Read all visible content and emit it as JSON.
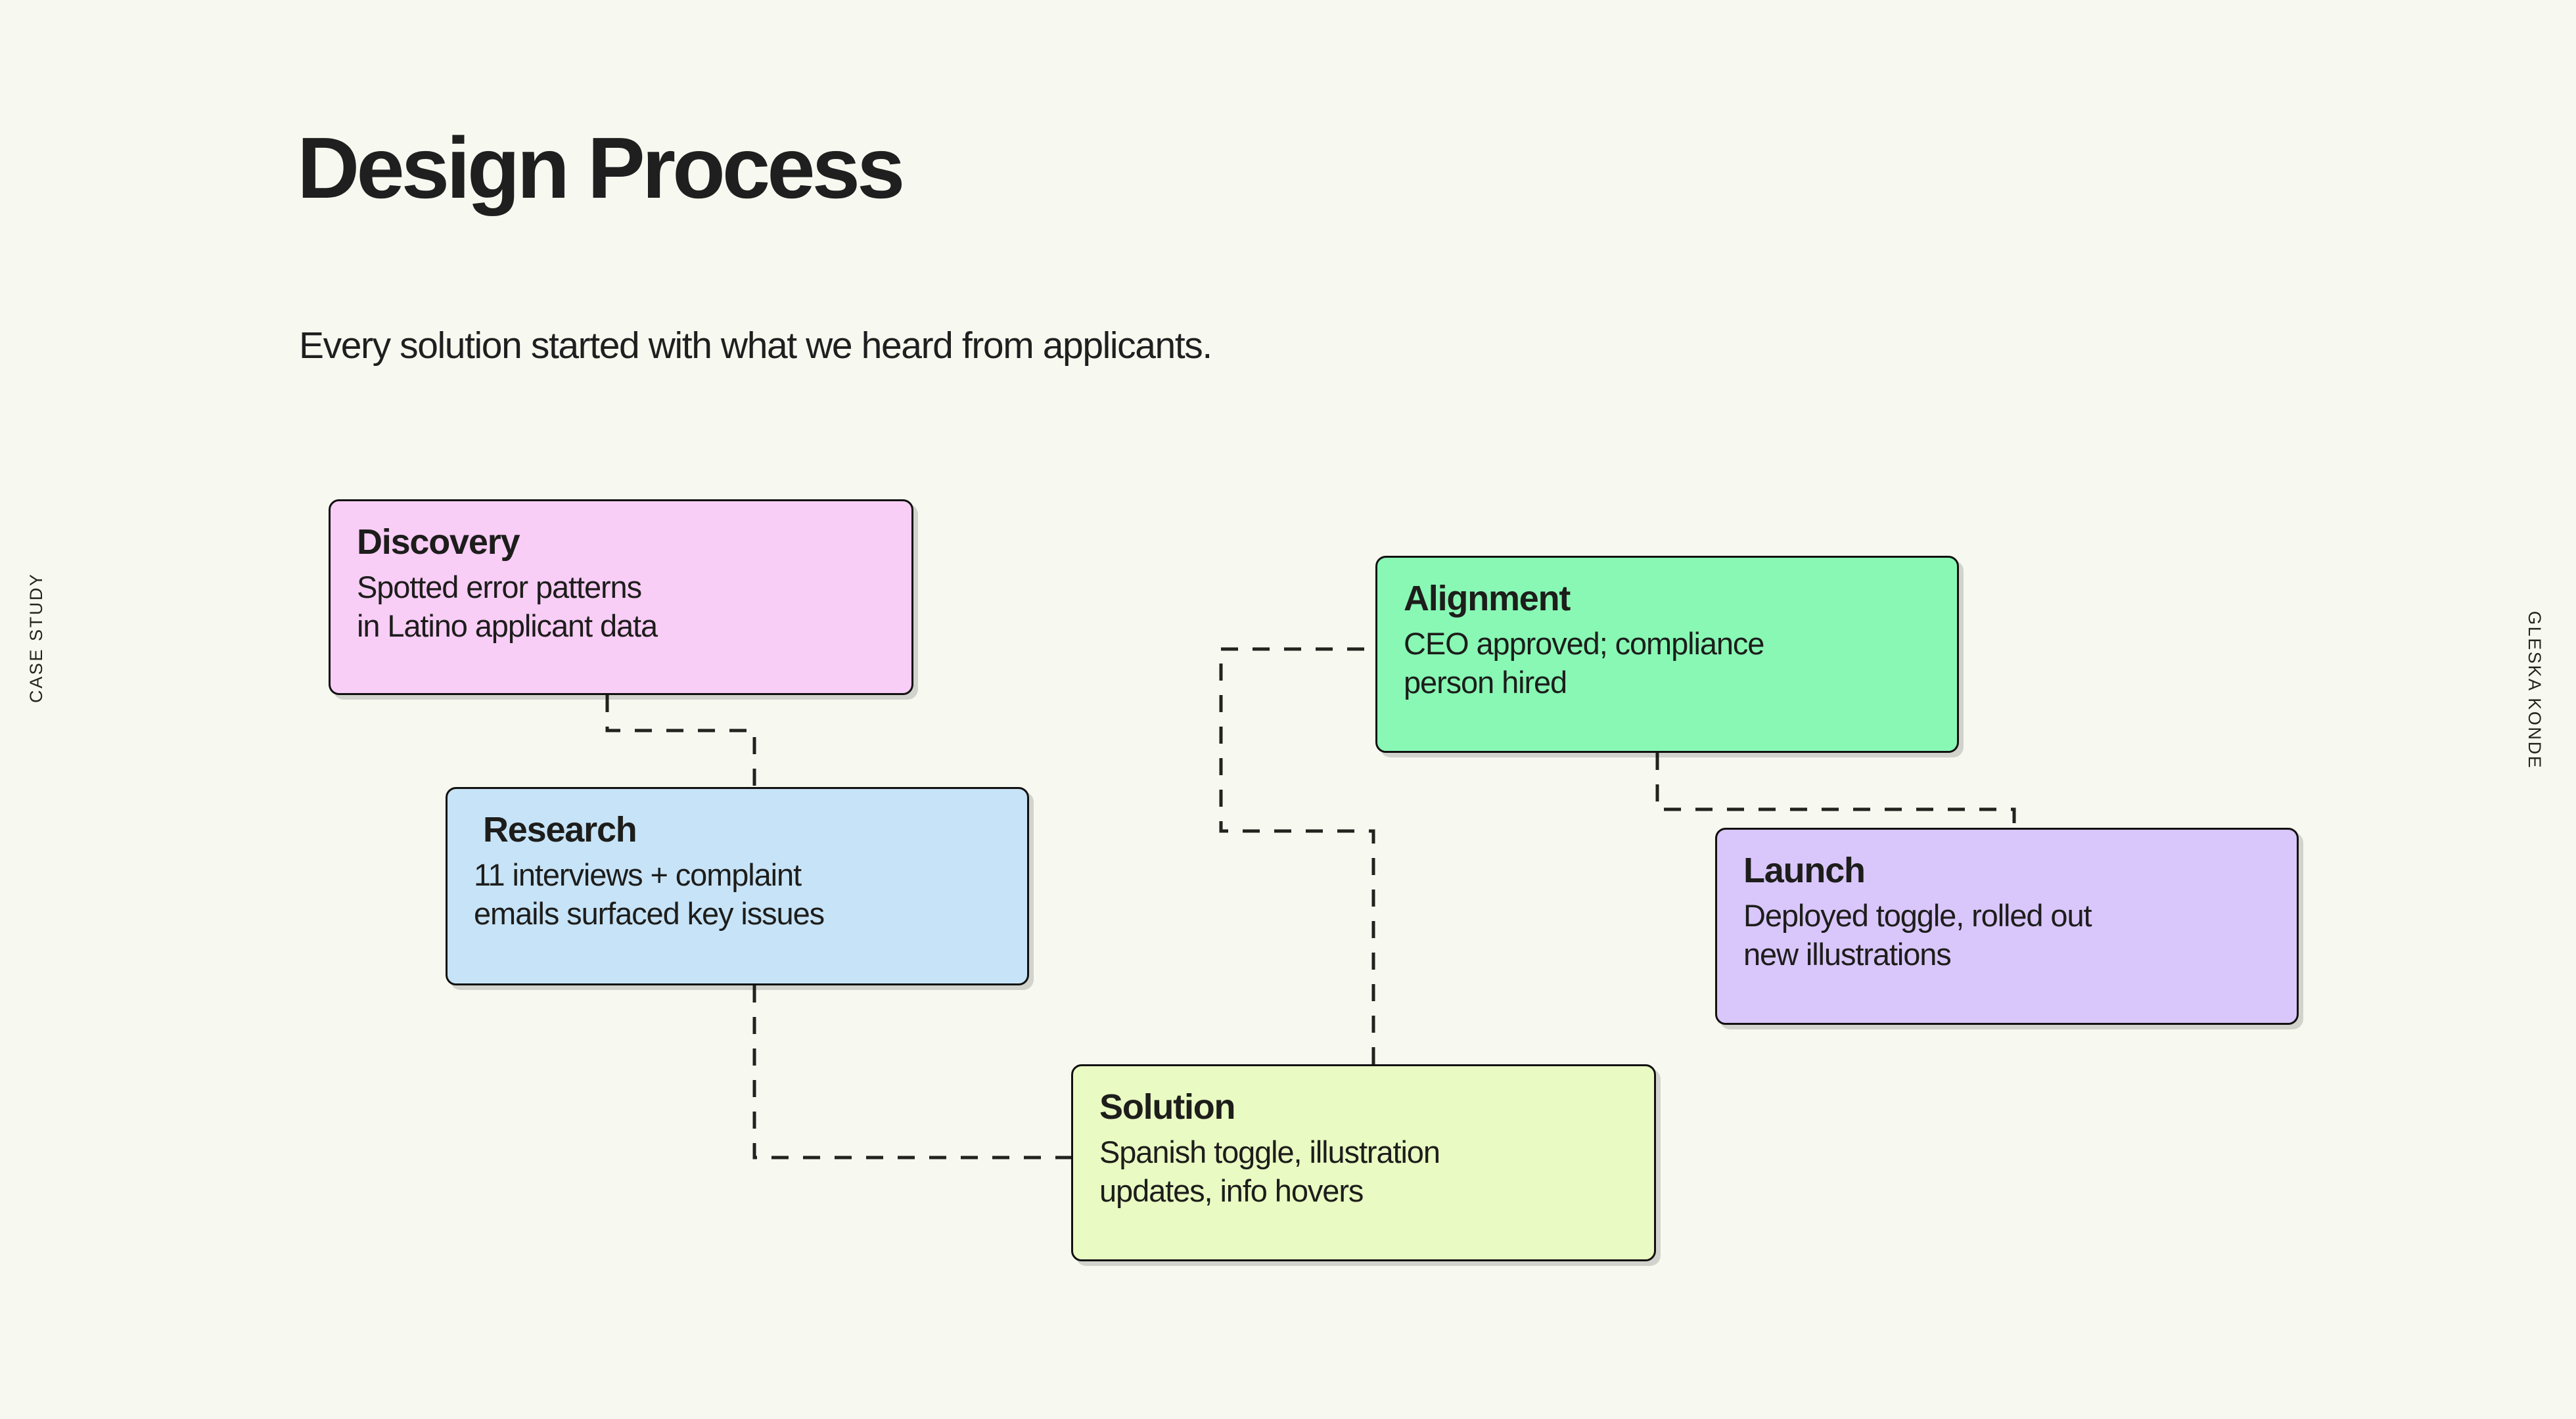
{
  "theme": {
    "background": "#f7f8f0",
    "ink": "#1d1d1b",
    "connector": "#22221e"
  },
  "header": {
    "title": "Design Process",
    "subtitle": "Every solution started with what we heard from applicants."
  },
  "side_labels": {
    "left": "CASE STUDY",
    "right": "GLESKA KONDE"
  },
  "flow": {
    "cards": [
      {
        "key": "discovery",
        "title": "Discovery",
        "description": "Spotted error patterns\nin Latino applicant data",
        "color": "#f8cdf6"
      },
      {
        "key": "research",
        "title": "Research",
        "description": "11 interviews + complaint\nemails surfaced key issues",
        "color": "#c7e3f7"
      },
      {
        "key": "solution",
        "title": "Solution",
        "description": "Spanish toggle, illustration\nupdates, info hovers",
        "color": "#e9fac2"
      },
      {
        "key": "alignment",
        "title": "Alignment",
        "description": "CEO approved; compliance\nperson hired",
        "color": "#88f8b4"
      },
      {
        "key": "launch",
        "title": "Launch",
        "description": "Deployed toggle, rolled out\nnew illustrations",
        "color": "#d9c6fb"
      }
    ],
    "connectors": [
      {
        "key": "discovery-to-research",
        "from": "discovery",
        "to": "research"
      },
      {
        "key": "research-to-solution",
        "from": "research",
        "to": "solution"
      },
      {
        "key": "solution-to-alignment",
        "from": "solution",
        "to": "alignment"
      },
      {
        "key": "alignment-to-launch",
        "from": "alignment",
        "to": "launch"
      }
    ]
  }
}
